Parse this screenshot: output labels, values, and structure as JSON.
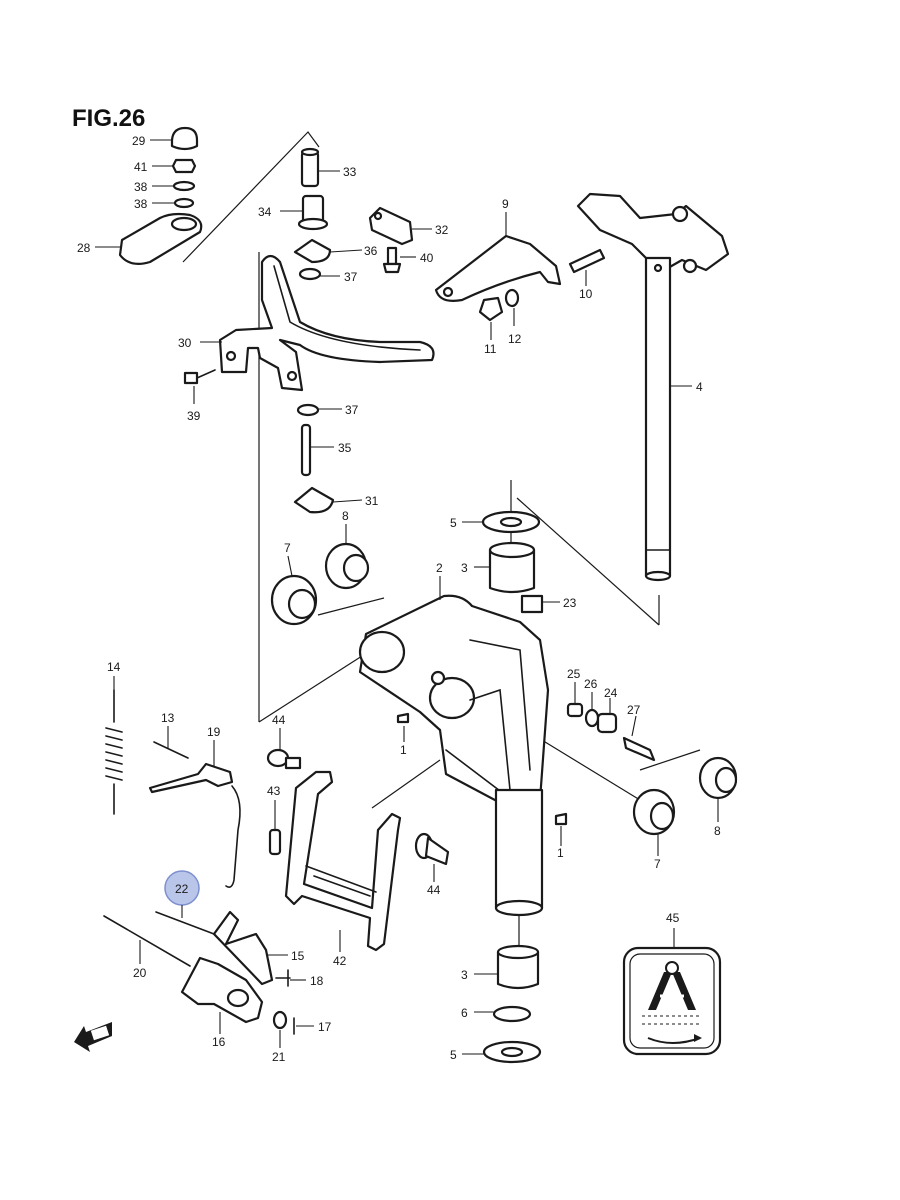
{
  "figure": {
    "title": "FIG.26"
  },
  "callouts": {
    "c29": "29",
    "c41": "41",
    "c38a": "38",
    "c38b": "38",
    "c28": "28",
    "c33": "33",
    "c34": "34",
    "c32": "32",
    "c36": "36",
    "c40": "40",
    "c37a": "37",
    "c30": "30",
    "c39": "39",
    "c37b": "37",
    "c35": "35",
    "c31": "31",
    "c9": "9",
    "c10": "10",
    "c11": "11",
    "c12": "12",
    "c4": "4",
    "c5a": "5",
    "c3a": "3",
    "c23": "23",
    "c8a": "8",
    "c7a": "7",
    "c2": "2",
    "c25": "25",
    "c26": "26",
    "c24": "24",
    "c27": "27",
    "c1a": "1",
    "c1b": "1",
    "c8b": "8",
    "c7b": "7",
    "c14": "14",
    "c13": "13",
    "c19": "19",
    "c44a": "44",
    "c43": "43",
    "c44b": "44",
    "c20": "20",
    "c15": "15",
    "c18": "18",
    "c42": "42",
    "c16": "16",
    "c17": "17",
    "c21": "21",
    "c3b": "3",
    "c6": "6",
    "c5b": "5",
    "c45": "45"
  },
  "highlight": {
    "label": "22",
    "color": "#b9c6ea"
  }
}
